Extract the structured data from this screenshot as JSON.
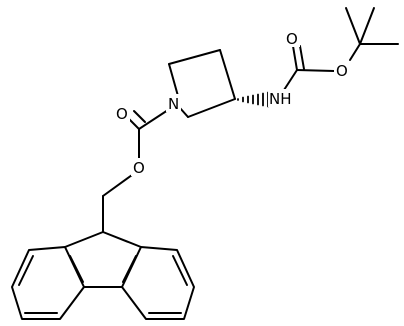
{
  "diagram": {
    "atoms": {
      "n_ring": "N",
      "o_carbonyl_fmoc": "O",
      "o_ester_fmoc": "O",
      "nh": "NH",
      "o_carbonyl_boc": "O",
      "o_ester_boc": "O"
    }
  }
}
